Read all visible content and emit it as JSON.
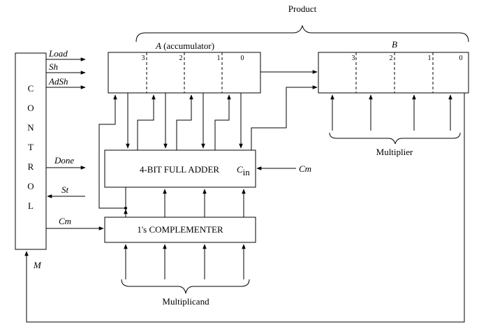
{
  "labels": {
    "product": "Product",
    "accumulator_var": "A",
    "accumulator_desc": "(accumulator)",
    "register_b": "B",
    "multiplier": "Multiplier",
    "multiplicand": "Multiplicand",
    "adder": "4-BIT FULL ADDER",
    "cin_main": "C",
    "cin_sub": "in",
    "complementer": "1's COMPLEMENTER",
    "control_letters": [
      "C",
      "O",
      "N",
      "T",
      "R",
      "O",
      "L"
    ],
    "signal_load": "Load",
    "signal_sh": "Sh",
    "signal_adsh": "AdSh",
    "signal_done": "Done",
    "signal_st": "St",
    "signal_cm_left": "Cm",
    "signal_cm_right": "Cm",
    "signal_m": "M"
  },
  "register_a_bits": [
    "3",
    "2",
    "1",
    "0"
  ],
  "register_b_bits": [
    "3",
    "2",
    "1",
    "0"
  ]
}
